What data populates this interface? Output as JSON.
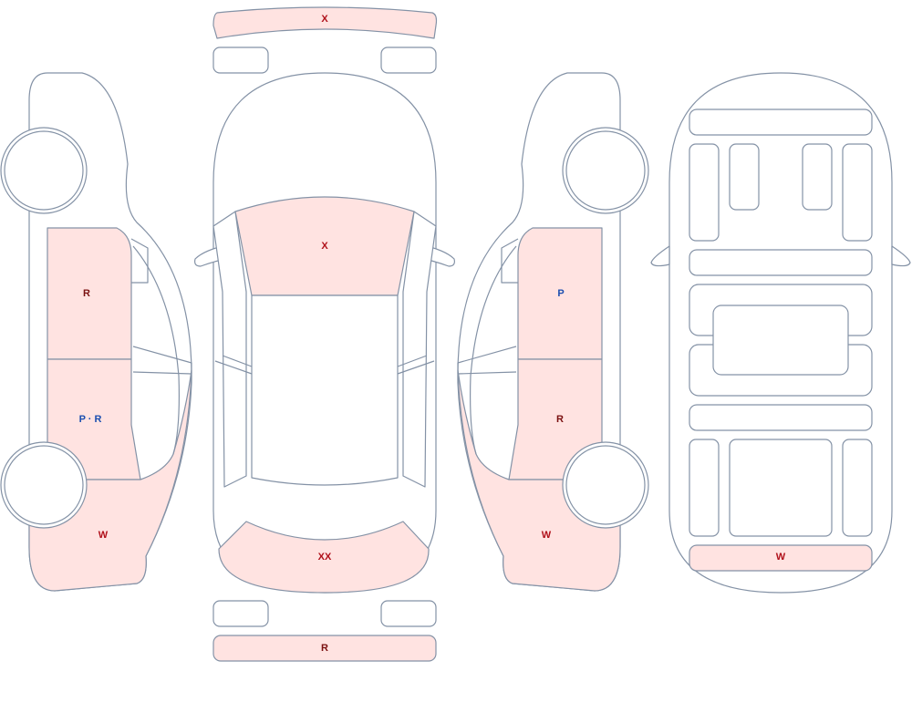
{
  "colors": {
    "outline": "#8492a6",
    "damage_fill": "#ffe3e1",
    "background": "#ffffff",
    "label_red": "#b0101a",
    "label_blue": "#1c4fb0"
  },
  "top_view": {
    "front_bumper_code": "X",
    "windshield_code": "X",
    "rear_window_code": "XX",
    "rear_bumper_code": "R"
  },
  "left_side": {
    "front_door_code": "R",
    "rear_door_code": "P · R",
    "rear_quarter_code": "W"
  },
  "right_side": {
    "front_door_code": "P",
    "rear_door_code": "R",
    "rear_quarter_code": "W"
  },
  "underbody": {
    "rear_panel_code": "W"
  }
}
